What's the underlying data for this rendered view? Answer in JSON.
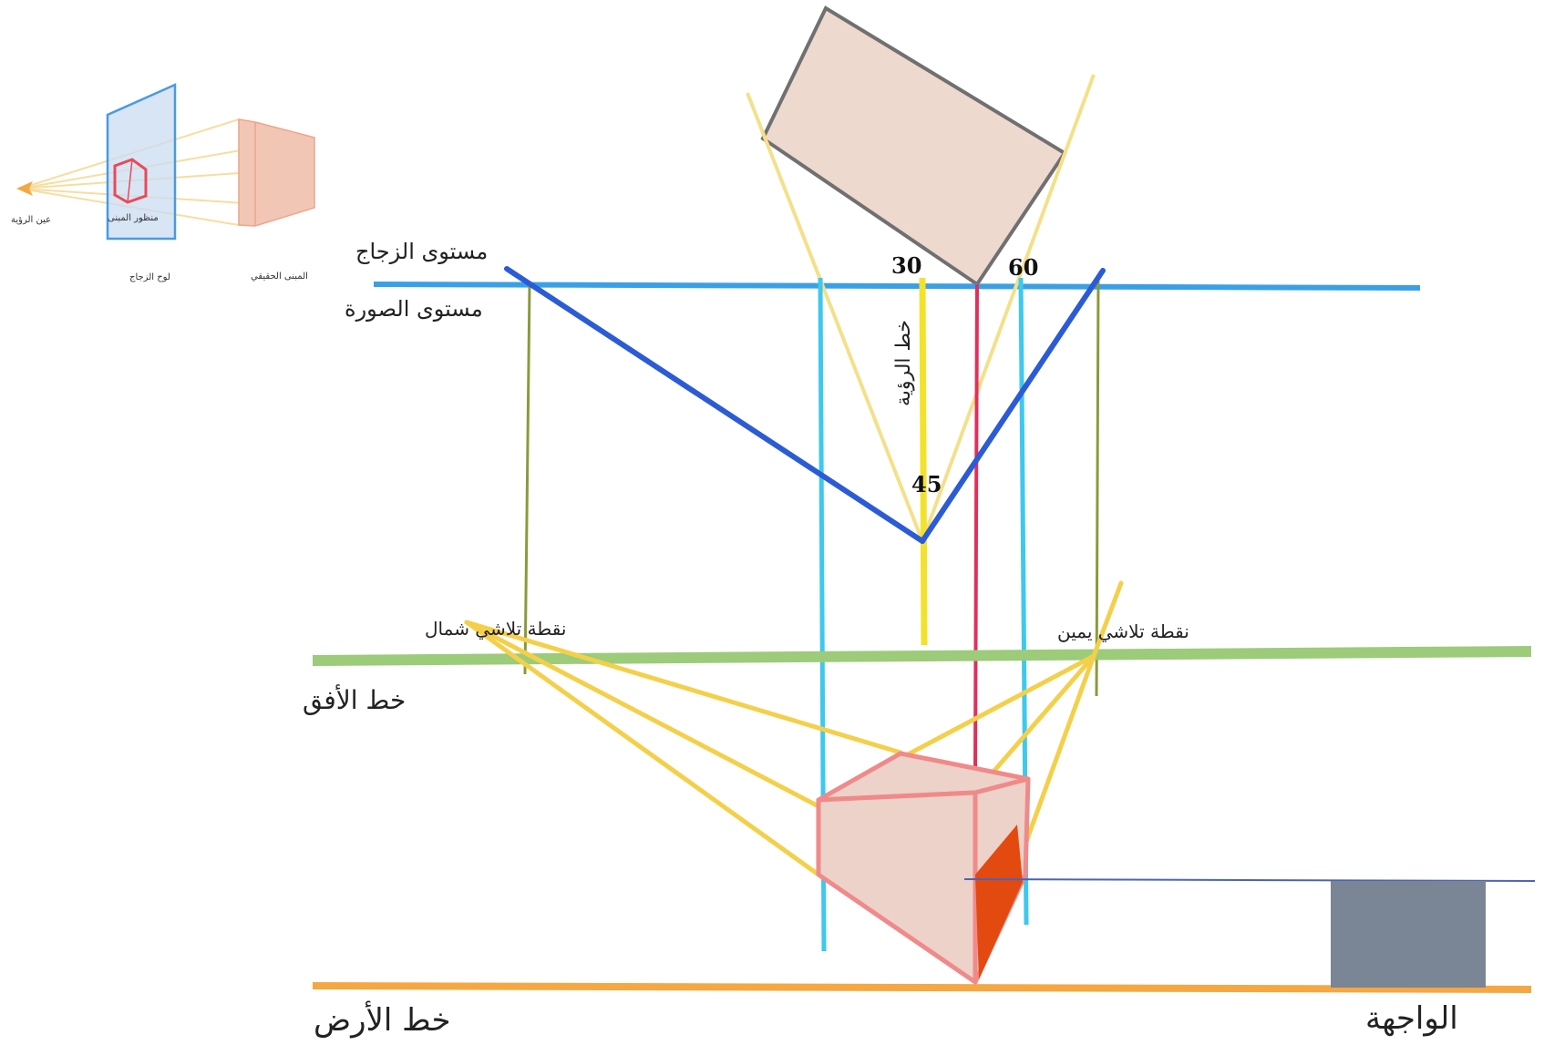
{
  "inset": {
    "viewer_eye": "عين الرؤية",
    "building_perspective": "منظور المبنى",
    "glass_panel": "لوح الزجاج",
    "real_building": "المبنى الحقيقي"
  },
  "labels": {
    "glass_plane": "مستوى الزجاج",
    "picture_plane": "مستوى الصورة",
    "line_of_sight": "خط الرؤية",
    "vp_left": "نقطة تلاشي شمال",
    "vp_right": "نقطة تلاشي يمين",
    "horizon_line": "خط الأفق",
    "ground_line": "خط الأرض",
    "facade": "الواجهة"
  },
  "angles": {
    "left": "30",
    "right": "60",
    "station": "45"
  },
  "colors": {
    "picture_plane": "#3aa0e6",
    "projector_lines": "#2c5bd6",
    "horizon": "#9ccb7a",
    "ground": "#f5a742",
    "sight_line": "#f2e22c",
    "construction": "#f4d04a",
    "vertical_blue": "#3ec8ee",
    "vertical_olive": "#8b9a3a",
    "vertical_red": "#e0305a",
    "plan_fill": "#eed9cf",
    "box_fill": "#ecd2c8",
    "box_edge": "#f08a8a",
    "box_shadow": "#e34a10",
    "facade_fill": "#7a8595"
  }
}
